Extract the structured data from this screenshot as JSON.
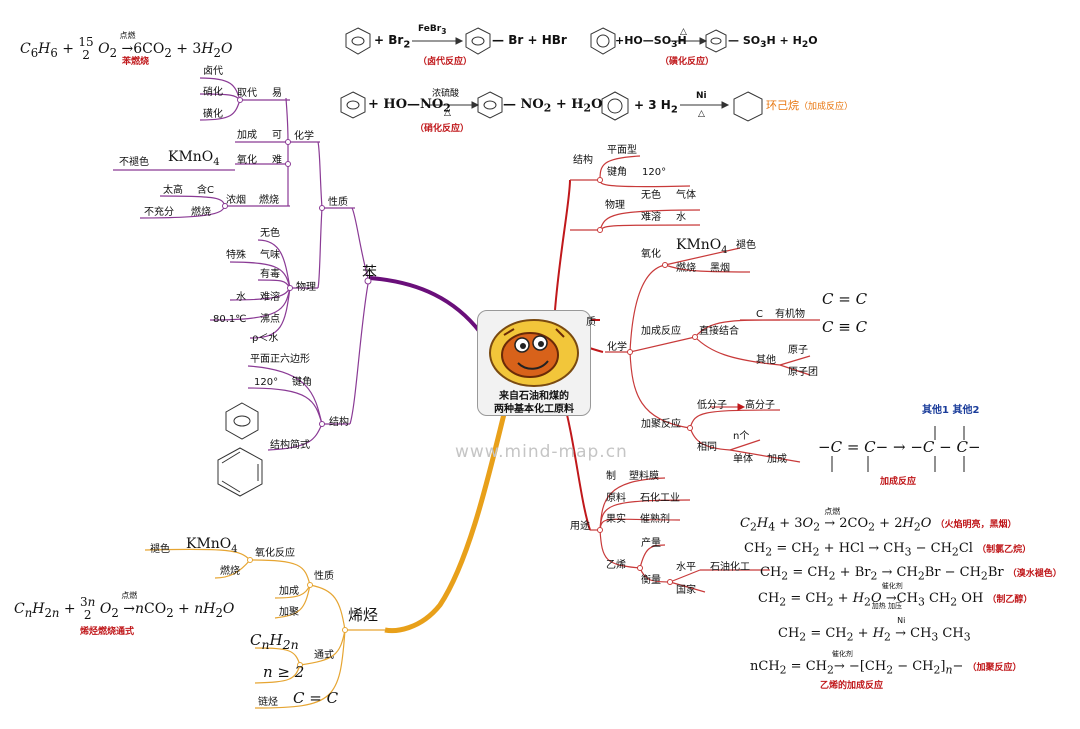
{
  "center": {
    "line1": "来自石油和煤的",
    "line2": "两种基本化工原料"
  },
  "watermark": "www.mind-map.cn",
  "benzene": {
    "label": "苯",
    "props_label": "性质",
    "chem": {
      "label": "化学",
      "substitution": {
        "label": "取代",
        "ease": "易",
        "items": [
          "卤代",
          "硝化",
          "磺化"
        ]
      },
      "addition": {
        "label": "加成",
        "ease": "可"
      },
      "oxidation": {
        "label": "氧化",
        "ease": "难",
        "reagent": "KMnO",
        "reagent_sub": "4",
        "result": "不褪色"
      },
      "combustion": {
        "label": "燃烧",
        "smoke": "浓烟",
        "high": "太高",
        "carbon": "含C",
        "incomplete": "不充分",
        "burn": "燃烧"
      }
    },
    "phys": {
      "label": "物理",
      "items": [
        "无色",
        "气味",
        "有毒",
        "难溶",
        "沸点",
        "ρ＜水"
      ],
      "smell_note": "特殊",
      "solvent_note": "水",
      "bp_note": "80.1℃"
    },
    "structure": {
      "label": "结构",
      "shape": "平面正六边形",
      "angle_value": "120°",
      "angle_label": "键角",
      "formula_label": "结构简式"
    }
  },
  "reactions_top": {
    "combustion": {
      "caption": "苯燃烧",
      "condition": "点燃"
    },
    "halogenation": {
      "reagent": "Br",
      "reagent_sub": "2",
      "catalyst": "FeBr",
      "catalyst_sub": "3",
      "product": "Br",
      "byproduct": "HBr",
      "caption": "（卤代反应）"
    },
    "sulfonation": {
      "reagent": "HO—SO",
      "reagent_sub": "3",
      "reagent_end": "H",
      "condition": "△",
      "product": "SO",
      "product_sub": "3",
      "product_end": "H",
      "byproduct": "H",
      "byproduct_sub": "2",
      "byproduct_end": "O",
      "caption": "（磺化反应）"
    },
    "nitration": {
      "reagent": "HO—NO",
      "reagent_sub": "2",
      "catalyst": "浓硫酸",
      "condition": "△",
      "product": "NO",
      "product_sub": "2",
      "byproduct": "H",
      "byproduct_sub": "2",
      "byproduct_end": "O",
      "caption": "（硝化反应）"
    },
    "hydrogenation": {
      "reagent": "3 H",
      "reagent_sub": "2",
      "catalyst": "Ni",
      "condition": "△",
      "product": "环己烷",
      "caption": "（加成反应）"
    }
  },
  "ethylene": {
    "structure": {
      "label": "结构",
      "shape": "平面型",
      "angle_label": "键角",
      "angle_value": "120°"
    },
    "phys": {
      "label": "物理",
      "items": [
        "无色",
        "气体",
        "难溶",
        "水"
      ]
    },
    "props_stub": "质",
    "chem": {
      "label": "化学",
      "oxidation": {
        "label": "氧化",
        "reagent": "KMnO",
        "reagent_sub": "4",
        "result": "褪色",
        "burn": "燃烧",
        "smoke": "黑烟"
      },
      "addition": {
        "label": "加成反应",
        "direct": "直接结合",
        "c": "C",
        "organic": "有机物",
        "double": "C = C",
        "triple": "C ≡ C",
        "other": "其他",
        "atom": "原子",
        "group": "原子团"
      },
      "polymer": {
        "label": "加聚反应",
        "low": "低分子",
        "high": "高分子",
        "same": "相同",
        "n": "n个",
        "monomer": "单体",
        "add": "加成"
      }
    },
    "uses": {
      "label": "用途",
      "items": [
        {
          "k": "制",
          "v": "塑料膜"
        },
        {
          "k": "原料",
          "v": "石化工业"
        },
        {
          "k": "果实",
          "v": "催熟剂"
        }
      ],
      "ethylene": "乙烯",
      "output": "产量",
      "measure": "衡量",
      "level": "水平",
      "petro": "石油化工",
      "country": "国家"
    },
    "addition_diagram": {
      "other1": "其他1",
      "other2": "其他2",
      "caption": "加成反应"
    },
    "equations": [
      {
        "text": "C₂H₄ + 3O₂ →点燃 2CO₂ + 2H₂O",
        "note": "（火焰明亮，黑烟）"
      },
      {
        "text": "CH₂ = CH₂ + HCl → CH₃ − CH₂Cl",
        "note": "（制氯乙烷）"
      },
      {
        "text": "CH₂ = CH₂ + Br₂ → CH₂Br − CH₂Br",
        "note": "（溴水褪色）"
      },
      {
        "text": "CH₂ = CH₂ + H₂O → CH₃CH₂OH",
        "note": "（制乙醇）",
        "cond1": "催化剂",
        "cond2": "加热  加压"
      },
      {
        "text": "CH₂ = CH₂ + H₂ → CH₃CH₃",
        "note": "",
        "cond1": "Ni"
      },
      {
        "text": "nCH₂ = CH₂ → −[CH₂ − CH₂]ₙ−",
        "note": "（加聚反应）",
        "cond1": "催化剂"
      }
    ],
    "equations_caption": "乙烯的加成反应"
  },
  "olefins": {
    "label": "烯烃",
    "props_label": "性质",
    "oxidation": {
      "label": "氧化反应",
      "reagent": "KMnO",
      "reagent_sub": "4",
      "result": "褪色",
      "burn": "燃烧"
    },
    "addition": "加成",
    "polymer": "加聚",
    "general": {
      "label": "通式",
      "n": "n ≥ 2"
    },
    "bond": {
      "label": "链烃",
      "value": "C = C"
    },
    "combustion_caption": "烯烃燃烧通式",
    "combustion_condition": "点燃"
  },
  "colors": {
    "benzene_branch": "#6a0f7a",
    "ethylene_branch": "#c0181b",
    "olefin_branch": "#e8a01a",
    "purple_line": "#8a3a95",
    "red_line": "#c83a3a",
    "orange_line": "#e6a532"
  }
}
